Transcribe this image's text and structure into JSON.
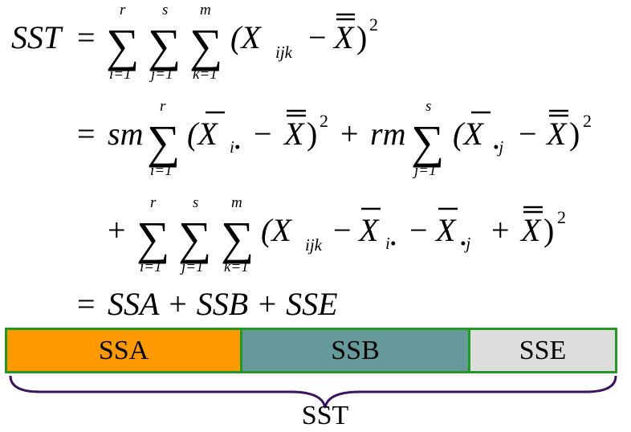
{
  "formula": {
    "line1": {
      "lhs": "SST",
      "eq": "=",
      "sums": [
        {
          "upper": "r",
          "lower": "i=1"
        },
        {
          "upper": "s",
          "lower": "j=1"
        },
        {
          "upper": "m",
          "lower": "k=1"
        }
      ],
      "term_open": "(X",
      "term_sub": "ijk",
      "minus": "−",
      "grand_mean": "X",
      "close": ")",
      "power": "2"
    },
    "line2": {
      "eq": "=",
      "coef_a": "sm",
      "sum_a": {
        "upper": "r",
        "lower": "i=1"
      },
      "term_a_open": "(X",
      "term_a_sub": "i•",
      "minus_a": "−",
      "grand_mean_a": "X",
      "close_a": ")",
      "power_a": "2",
      "plus": "+",
      "coef_b": "rm",
      "sum_b": {
        "upper": "s",
        "lower": "j=1"
      },
      "term_b_open": "(X",
      "term_b_sub": "•j",
      "minus_b": "−",
      "grand_mean_b": "X",
      "close_b": ")",
      "power_b": "2"
    },
    "line3": {
      "plus": "+",
      "sums": [
        {
          "upper": "r",
          "lower": "i=1"
        },
        {
          "upper": "s",
          "lower": "j=1"
        },
        {
          "upper": "m",
          "lower": "k=1"
        }
      ],
      "term_open": "(X",
      "term_sub": "ijk",
      "minus1": "−",
      "x_i": "X",
      "x_i_sub": "i•",
      "minus2": "−",
      "x_j": "X",
      "x_j_sub": "•j",
      "plus2": "+",
      "grand_mean": "X",
      "close": ")",
      "power": "2"
    },
    "line4": {
      "eq": "=",
      "rhs": "SSA + SSB + SSE"
    }
  },
  "bar": {
    "segments": [
      {
        "label": "SSA",
        "color": "#ff9900",
        "share": 0.38
      },
      {
        "label": "SSB",
        "color": "#669999",
        "share": 0.37
      },
      {
        "label": "SSE",
        "color": "#dddddd",
        "share": 0.25
      }
    ],
    "border_color": "#229922",
    "brace_color": "#3a1260",
    "total_label": "SST"
  }
}
